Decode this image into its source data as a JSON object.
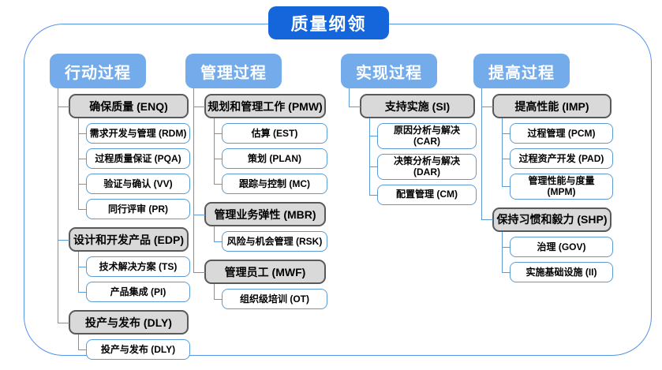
{
  "title": "质量纲领",
  "colors": {
    "title_bg": "#1565db",
    "header_bg": "#74aceb",
    "line": "#5b9bd5",
    "gray_fill": "#d9d9d9",
    "gray_border": "#595959",
    "white_fill": "#ffffff",
    "white_border": "#5b9bd5",
    "container_border": "#5493e8",
    "text": "#000000"
  },
  "columns": [
    {
      "header": "行动过程",
      "groups": [
        {
          "label": "确保质量 (ENQ)",
          "children": [
            "需求开发与管理 (RDM)",
            "过程质量保证 (PQA)",
            "验证与确认 (VV)",
            "同行评审 (PR)"
          ]
        },
        {
          "label": "设计和开发产品 (EDP)",
          "children": [
            "技术解决方案 (TS)",
            "产品集成 (PI)"
          ]
        },
        {
          "label": "投产与发布 (DLY)",
          "children": [
            "投产与发布 (DLY)"
          ]
        }
      ]
    },
    {
      "header": "管理过程",
      "groups": [
        {
          "label": "规划和管理工作 (PMW)",
          "children": [
            "估算 (EST)",
            "策划 (PLAN)",
            "跟踪与控制 (MC)"
          ]
        },
        {
          "label": "管理业务弹性 (MBR)",
          "children": [
            "风险与机会管理 (RSK)"
          ]
        },
        {
          "label": "管理员工 (MWF)",
          "children": [
            "组织级培训 (OT)"
          ]
        }
      ]
    },
    {
      "header": "实现过程",
      "groups": [
        {
          "label": "支持实施 (SI)",
          "children": [
            "原因分析与解决 (CAR)",
            "决策分析与解决 (DAR)",
            "配置管理 (CM)"
          ]
        }
      ]
    },
    {
      "header": "提高过程",
      "groups": [
        {
          "label": "提高性能 (IMP)",
          "children": [
            "过程管理 (PCM)",
            "过程资产开发 (PAD)",
            "管理性能与度量 (MPM)"
          ]
        },
        {
          "label": "保持习惯和毅力 (SHP)",
          "children": [
            "治理 (GOV)",
            "实施基础设施 (II)"
          ]
        }
      ]
    }
  ]
}
